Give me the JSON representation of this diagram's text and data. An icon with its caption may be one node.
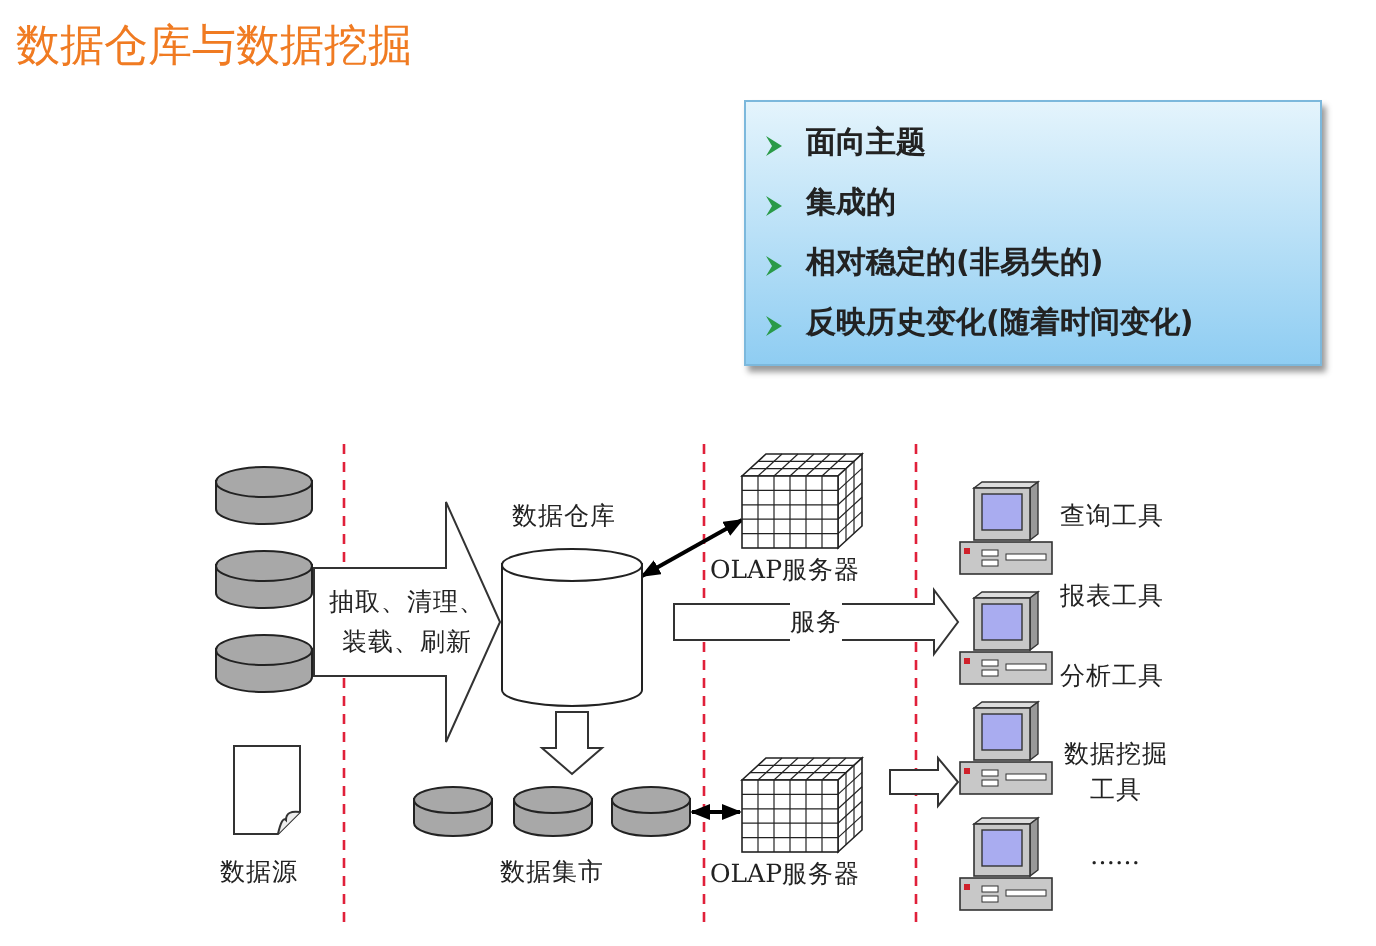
{
  "diagram": {
    "title": "数据仓库与数据挖掘",
    "nodes": [
      {
        "text": [
          "面向主题",
          "集成的",
          "相对稳定的(非易失的)",
          "反映历史变化(随着时间变化)"
        ]
      },
      {
        "text": [],
        "shape": "cylinder"
      },
      {
        "text": [],
        "shape": "cylinder"
      },
      {
        "text": [],
        "shape": "cylinder"
      },
      {
        "text": [],
        "shape": "document",
        "beside": [
          "数据源"
        ]
      },
      {
        "text": [
          "数据仓库"
        ]
      },
      {
        "text": [
          "OLAP服务器"
        ]
      },
      {
        "text": [],
        "shape": "cylinder"
      },
      {
        "text": [],
        "shape": "cylinder"
      },
      {
        "text": [],
        "shape": "cylinder"
      },
      {
        "text": [
          "OLAP服务器"
        ]
      },
      {
        "text": [],
        "shape": "computer",
        "beside": [
          "查询工具"
        ]
      },
      {
        "text": [],
        "shape": "computer",
        "beside": [
          "报表工具",
          "分析工具"
        ]
      },
      {
        "text": [],
        "shape": "computer",
        "beside": [
          "数据挖掘工具"
        ]
      },
      {
        "text": [],
        "shape": "computer",
        "beside": [
          "……"
        ]
      }
    ],
    "edges": [
      {
        "from": 2,
        "to": 5,
        "arrow": "to",
        "label": "抽取、清理、装载、刷新"
      },
      {
        "from": 3,
        "to": 5,
        "arrow": "to"
      },
      {
        "from": 6,
        "to": 5,
        "arrow": "both"
      },
      {
        "from": 5,
        "to": 12,
        "arrow": "to",
        "label": "服务"
      },
      {
        "from": 5,
        "to": 8,
        "arrow": "to"
      },
      {
        "from": 10,
        "to": 9,
        "arrow": "both"
      },
      {
        "from": 10,
        "to": 13,
        "arrow": "to"
      }
    ],
    "labels": [
      "数据集市"
    ]
  }
}
